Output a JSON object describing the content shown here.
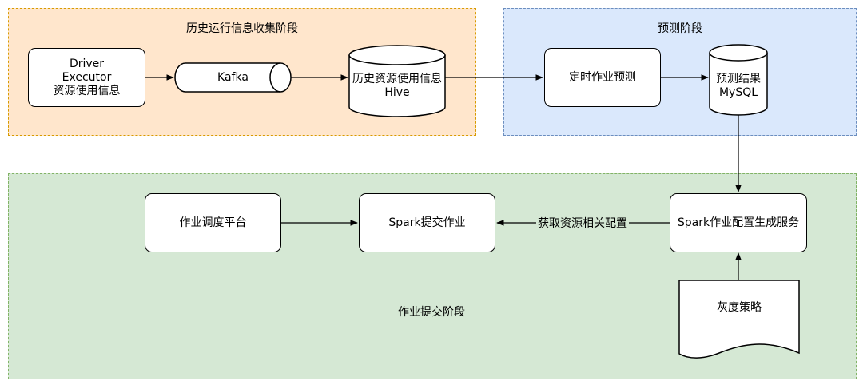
{
  "regions": {
    "history": {
      "title": "历史运行信息收集阶段"
    },
    "predict": {
      "title": "预测阶段"
    },
    "submit": {
      "title": "作业提交阶段"
    }
  },
  "nodes": {
    "driver": "Driver\nExecutor\n资源使用信息",
    "kafka": "Kafka",
    "hive": "历史资源使用信息\nHive",
    "timed_prediction": "定时作业预测",
    "mysql": "预测结果\nMySQL",
    "scheduler": "作业调度平台",
    "spark_submit": "Spark提交作业",
    "config_service": "Spark作业配置生成服务",
    "gray_strategy": "灰度策略"
  },
  "edges": {
    "get_config_label": "获取资源相关配置"
  },
  "colors": {
    "history_fill": "#ffe6cc",
    "history_border": "#d79b00",
    "predict_fill": "#dae8fc",
    "predict_border": "#6c8ebf",
    "submit_fill": "#d5e8d4",
    "submit_border": "#82b366"
  }
}
